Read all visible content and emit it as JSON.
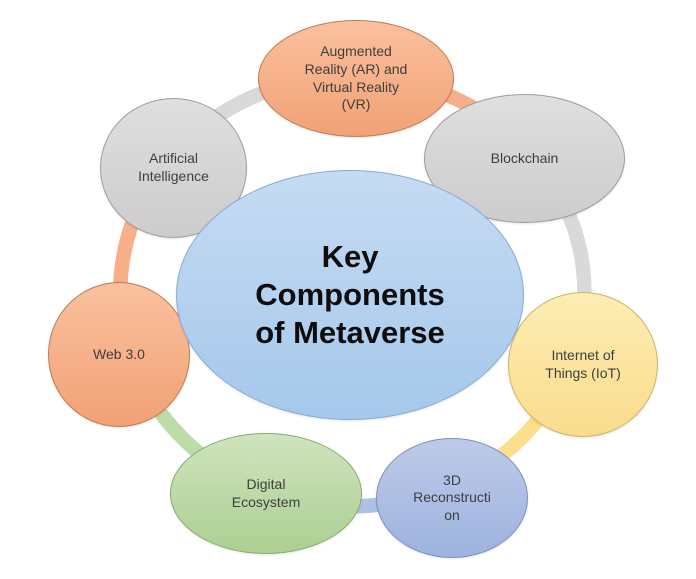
{
  "canvas": {
    "background": "#FFFFFF"
  },
  "title": {
    "text": "Key\nComponents\nof Metaverse",
    "color": "#0D0D0D"
  },
  "center": {
    "color_light": "#C6DBF3",
    "color": "#A5C8EB",
    "border": "#85ACD6"
  },
  "label_text_color": "#3E3E3E",
  "nodes": [
    {
      "id": "ar-vr",
      "label": "Augmented\nReality (AR) and\nVirtual Reality\n(VR)",
      "color_light": "#FAC19E",
      "color": "#F2A175",
      "border": "#BD7B52"
    },
    {
      "id": "blockchain",
      "label": "Blockchain",
      "color_light": "#E0DFDF",
      "color": "#CDCBCB",
      "border": "#9E9C9C"
    },
    {
      "id": "iot",
      "label": "Internet of\nThings (IoT)",
      "color_light": "#FDEDB4",
      "color": "#FADC8C",
      "border": "#CCB464"
    },
    {
      "id": "3d-reconstruction",
      "label": "3D\nReconstructi\non",
      "color_light": "#BECBEA",
      "color": "#9DB2DD",
      "border": "#7D8FC0"
    },
    {
      "id": "digital-ecosystem",
      "label": "Digital\nEcosystem",
      "color_light": "#CFE4BE",
      "color": "#ACCF92",
      "border": "#87AB6E"
    },
    {
      "id": "web-3-0",
      "label": "Web 3.0",
      "color_light": "#FAC19E",
      "color": "#F2A175",
      "border": "#BD7B52"
    },
    {
      "id": "artificial-intelligence",
      "label": "Artificial\nIntelligence",
      "color_light": "#E0DFDF",
      "color": "#CDCBCB",
      "border": "#9E9C9C"
    }
  ],
  "ring": {
    "segments": [
      {
        "from": "ar-vr",
        "to": "blockchain",
        "color": "#F6AF89"
      },
      {
        "from": "blockchain",
        "to": "iot",
        "color": "#D9D9D9"
      },
      {
        "from": "iot",
        "to": "3d-reconstruction",
        "color": "#FBDF8F"
      },
      {
        "from": "3d-reconstruction",
        "to": "digital-ecosystem",
        "color": "#AEC0E5"
      },
      {
        "from": "digital-ecosystem",
        "to": "web-3-0",
        "color": "#BCDCA8"
      },
      {
        "from": "web-3-0",
        "to": "artificial-intelligence",
        "color": "#F6AF89"
      },
      {
        "from": "artificial-intelligence",
        "to": "ar-vr",
        "color": "#D9D9D9"
      }
    ]
  }
}
